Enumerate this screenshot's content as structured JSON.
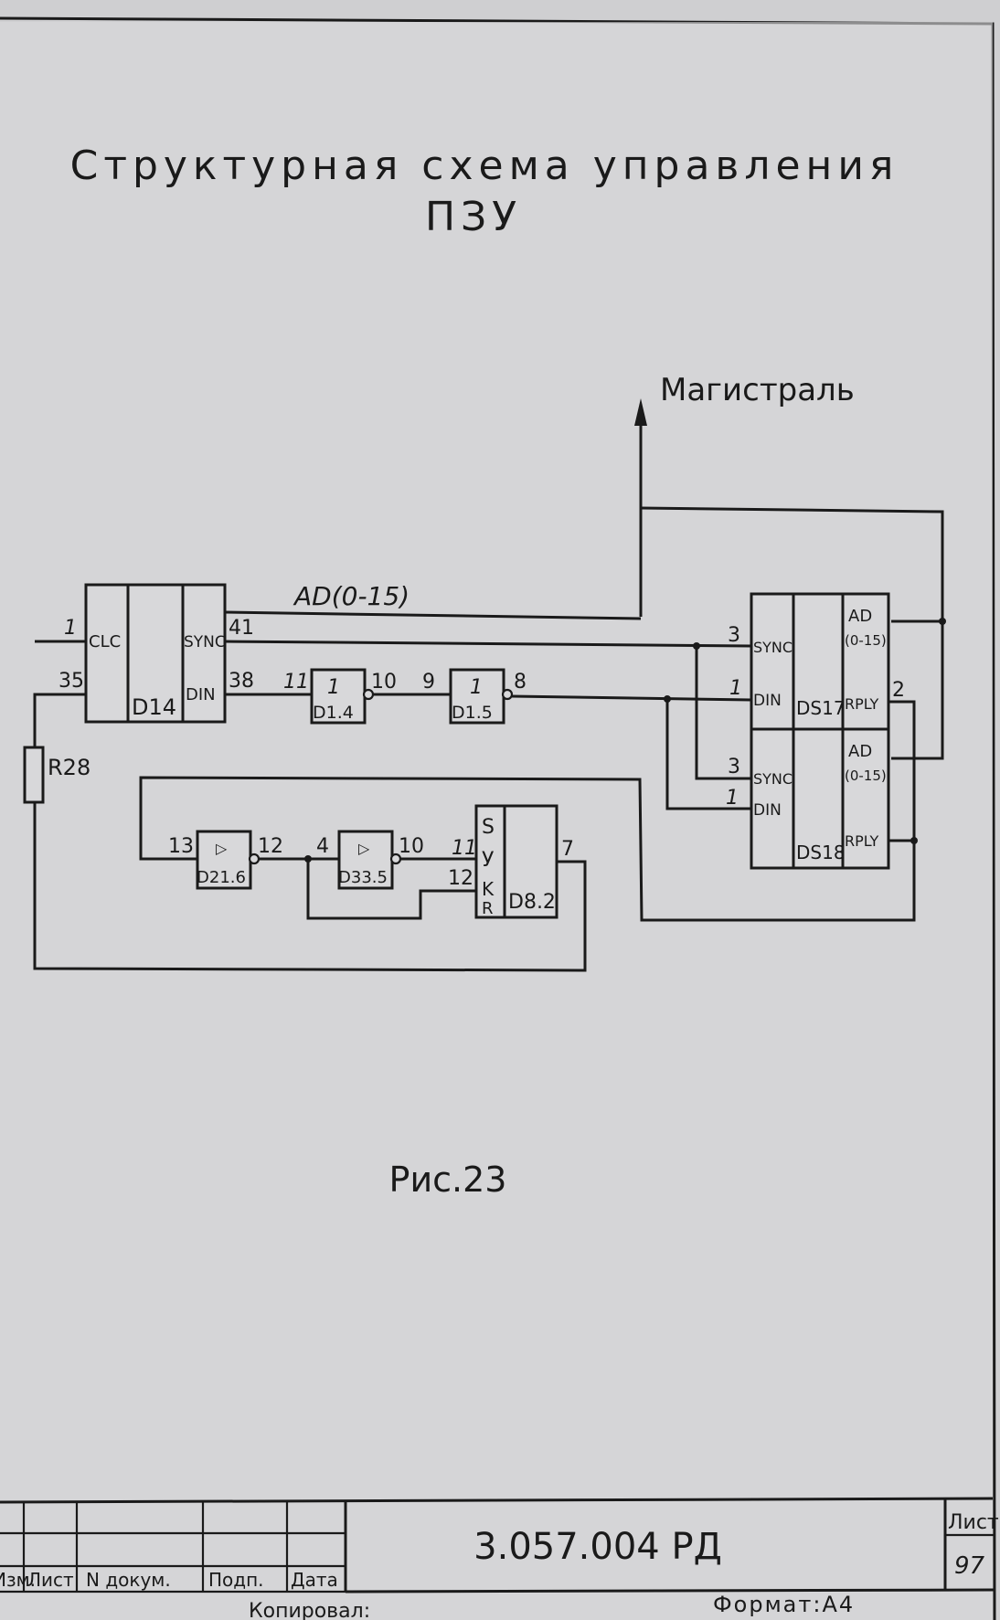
{
  "title": {
    "line1": "Структурная схема управления",
    "line2": "ПЗУ"
  },
  "figure_caption": "Рис.23",
  "bus": {
    "label": "Магистраль",
    "ad_label": "AD(0-15)"
  },
  "blocks": {
    "d14": {
      "name": "D14",
      "pin_clc": "CLC",
      "pin_sync": "SYNC",
      "pin_din": "DIN",
      "num_clc": "1",
      "num_in": "35",
      "num_sync": "41",
      "num_din": "38"
    },
    "d1_4": {
      "name": "D1.4",
      "symbol": "1",
      "num_in": "11",
      "num_out": "10"
    },
    "d1_5": {
      "name": "D1.5",
      "symbol": "1",
      "num_in": "9",
      "num_out": "8"
    },
    "ds17": {
      "name": "DS17",
      "pin_sync": "SYNC",
      "pin_din": "DIN",
      "pin_ad": "AD",
      "pin_ad_range": "(0-15)",
      "pin_rply": "RPLY",
      "num_sync": "3",
      "num_din": "1",
      "num_rply": "2"
    },
    "ds18": {
      "name": "DS18",
      "pin_sync": "SYNC",
      "pin_din": "DIN",
      "pin_ad": "AD",
      "pin_ad_range": "(0-15)",
      "pin_rply": "RPLY",
      "num_sync": "3",
      "num_din": "1"
    },
    "d21_6": {
      "name": "D21.6",
      "symbol": "▷",
      "num_in": "13",
      "num_out": "12"
    },
    "d33_5": {
      "name": "D33.5",
      "symbol": "▷",
      "num_in": "4",
      "num_out": "10"
    },
    "d8_2": {
      "name": "D8.2",
      "pin_s": "S",
      "pin_y": "У",
      "pin_k": "K",
      "pin_r": "R",
      "num_y": "11",
      "num_k": "12",
      "num_out": "7"
    },
    "r28": {
      "name": "R28"
    }
  },
  "title_block": {
    "doc_code": "3.057.004 РД",
    "sheet_label": "Лист",
    "sheet_number": "97",
    "col_izm": "Изм.",
    "col_list": "Лист",
    "col_doc": "N докум.",
    "col_sign": "Подп.",
    "col_date": "Дата",
    "copied": "Копировал:",
    "format": "Формат:А4"
  },
  "colors": {
    "paper": "#d8d8da",
    "ink": "#1a1a1a"
  }
}
